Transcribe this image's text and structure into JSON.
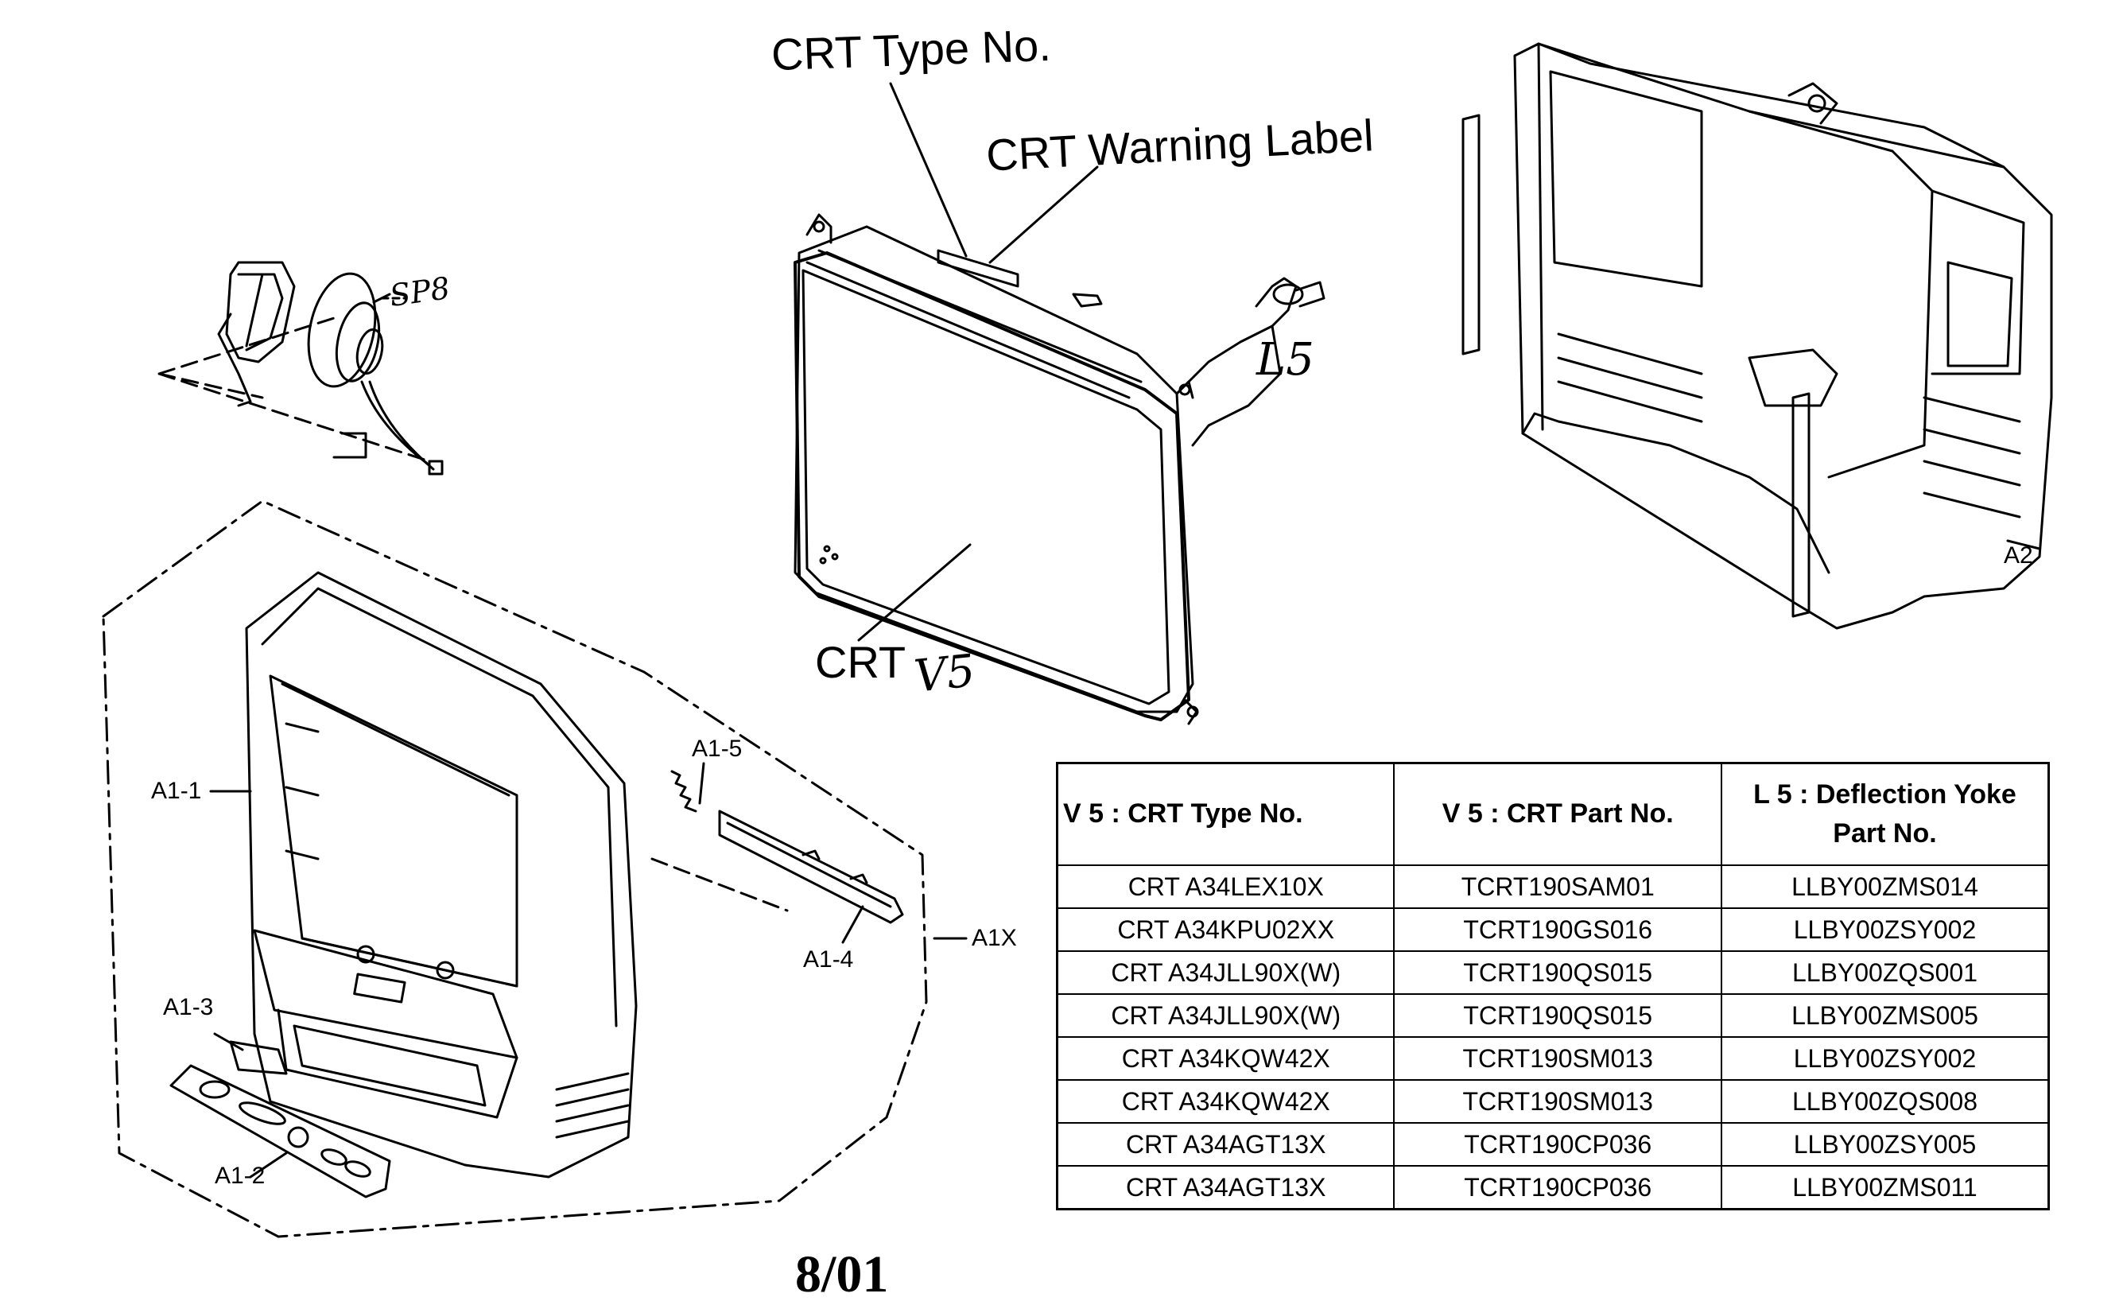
{
  "labels": {
    "crt_type_no": "CRT Type No.",
    "crt_warning_label": "CRT Warning Label",
    "crt": "CRT",
    "v5": "V5",
    "l5": "L5",
    "sp8": "SP8",
    "a1_1": "A1-1",
    "a1_2": "A1-2",
    "a1_3": "A1-3",
    "a1_4": "A1-4",
    "a1_5": "A1-5",
    "a1x": "A1X",
    "a2": "A2"
  },
  "table": {
    "headers": [
      "V 5   : CRT Type No.",
      "V 5   : CRT Part No.",
      "L 5   : Deflection Yoke Part No."
    ],
    "rows": [
      [
        "CRT A34LEX10X",
        "TCRT190SAM01",
        "LLBY00ZMS014"
      ],
      [
        "CRT A34KPU02XX",
        "TCRT190GS016",
        "LLBY00ZSY002"
      ],
      [
        "CRT A34JLL90X(W)",
        "TCRT190QS015",
        "LLBY00ZQS001"
      ],
      [
        "CRT A34JLL90X(W)",
        "TCRT190QS015",
        "LLBY00ZMS005"
      ],
      [
        "CRT A34KQW42X",
        "TCRT190SM013",
        "LLBY00ZSY002"
      ],
      [
        "CRT A34KQW42X",
        "TCRT190SM013",
        "LLBY00ZQS008"
      ],
      [
        "CRT A34AGT13X",
        "TCRT190CP036",
        "LLBY00ZSY005"
      ],
      [
        "CRT A34AGT13X",
        "TCRT190CP036",
        "LLBY00ZMS011"
      ]
    ]
  },
  "footer": "8/01"
}
